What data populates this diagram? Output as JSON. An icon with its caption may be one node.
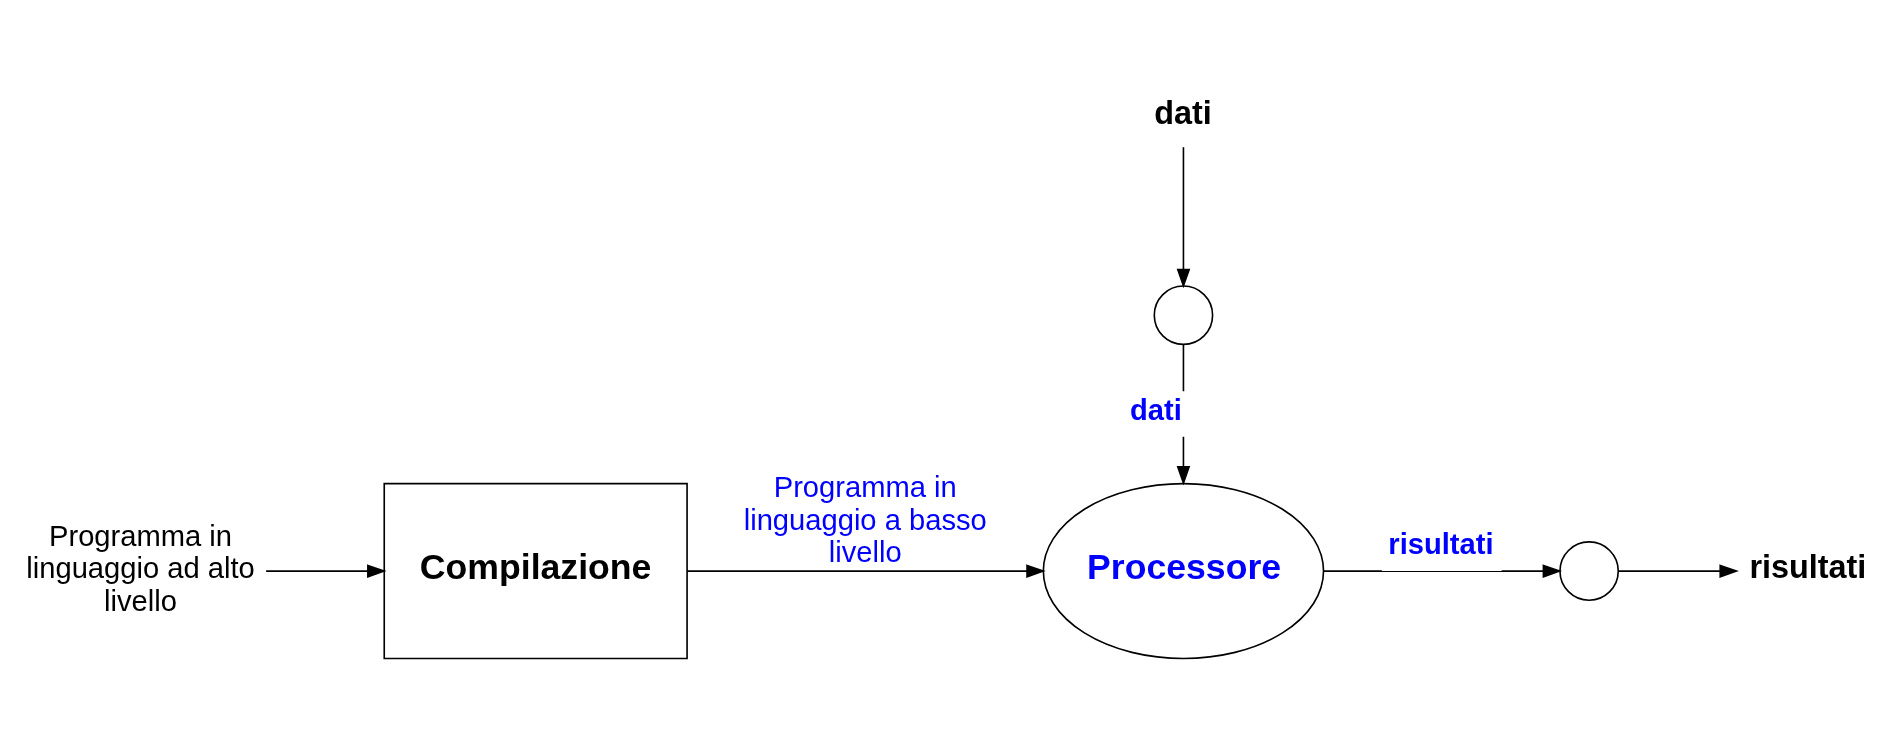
{
  "diagram": {
    "nodes": [
      {
        "text": [
          "Programma in linguaggio ad alto livello"
        ]
      },
      {
        "text": [
          "Compilazione"
        ]
      },
      {
        "text": [
          "dati"
        ]
      },
      {
        "text": [],
        "shape": "circle"
      },
      {
        "text": [
          "Processore"
        ]
      },
      {
        "text": [],
        "shape": "circle"
      },
      {
        "text": [
          "risultati"
        ]
      }
    ],
    "edges": [
      {
        "from": 0,
        "to": 1,
        "arrow": "to"
      },
      {
        "from": 1,
        "to": 4,
        "arrow": "to",
        "label": "Programma in linguaggio a basso livello"
      },
      {
        "from": 2,
        "to": 3,
        "arrow": "to"
      },
      {
        "from": 3,
        "to": 4,
        "arrow": "to",
        "label": "dati"
      },
      {
        "from": 4,
        "to": 5,
        "arrow": "to",
        "label": "risultati"
      },
      {
        "from": 5,
        "to": 6,
        "arrow": "to"
      }
    ]
  }
}
